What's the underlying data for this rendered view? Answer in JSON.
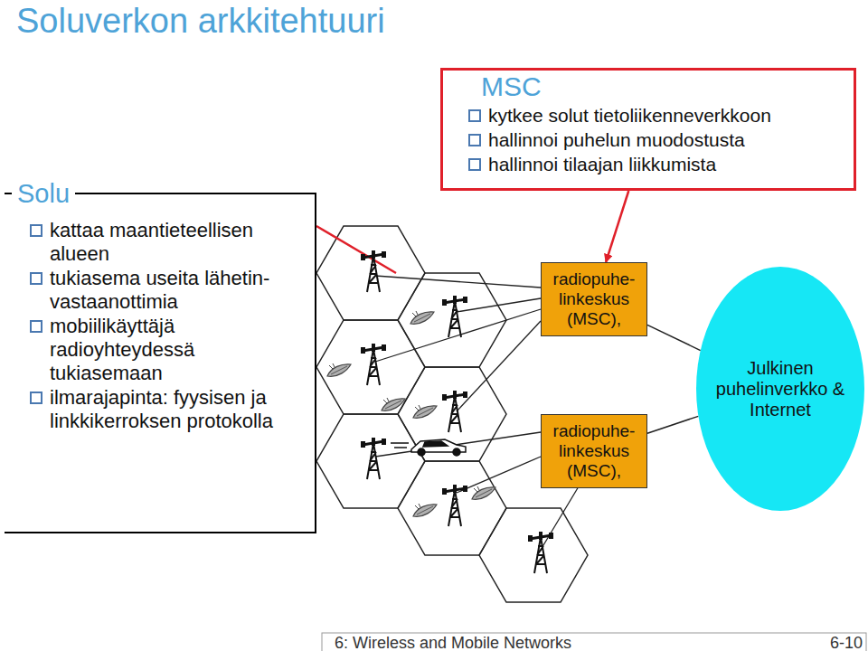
{
  "diagram": {
    "title": "Soluverkon arkkitehtuuri",
    "nodes": [
      {
        "text": [
          "Solu",
          "kattaa maantieteellisen alueen",
          "tukiasema useita lähetin-vastaanottimia",
          "mobiilikäyttäjä radioyhteydessä tukiasemaan",
          "ilmarajapinta: fyysisen ja linkkikerroksen protokolla"
        ]
      },
      {
        "text": [
          "MSC",
          "kytkee solut tietoliikenneverkkoon",
          "hallinnoi puhelun muodostusta",
          "hallinnoi tilaajan liikkumista"
        ]
      },
      {
        "text": [
          "radiopuhe- linkeskus (MSC),"
        ]
      },
      {
        "text": [
          "radiopuhe- linkeskus (MSC),"
        ]
      },
      {
        "text": [
          "Julkinen puhelinverkko & Internet"
        ]
      }
    ],
    "edges": [
      {
        "from": 1,
        "to": 2,
        "arrow": "to"
      },
      {
        "from": 2,
        "to": 4,
        "arrow": "none"
      },
      {
        "from": 3,
        "to": 4,
        "arrow": "none"
      }
    ],
    "labels": [
      "6: Wireless and Mobile Networks",
      "6-10"
    ]
  }
}
